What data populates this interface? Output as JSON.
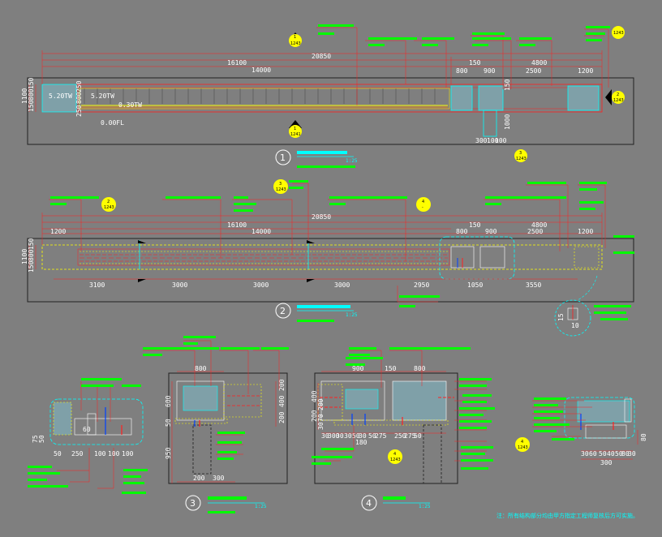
{
  "colors": {
    "background": "#7f7f7f",
    "outline": "#202020",
    "dimension": "#ff2020",
    "annotation": "#00ff00",
    "title": "#00ffff",
    "text": "#ffffff",
    "highlight": "#ffff00"
  },
  "plan1": {
    "dims_top": [
      "20850",
      "16100",
      "14000",
      "150",
      "4800",
      "800",
      "900",
      "2500",
      "1200"
    ],
    "dims_left": [
      "1100",
      "150",
      "800",
      "150",
      "250",
      "800",
      "250"
    ],
    "dims_right": [
      "150",
      "1000"
    ],
    "dims_bottom": [
      "300",
      "100",
      "100"
    ],
    "levels": [
      "5.20TW",
      "5.20TW",
      "0.30TW",
      "0.00FL"
    ],
    "section_refs": [
      {
        "n": "1",
        "s": "1243"
      },
      {
        "n": "1",
        "s": "1241"
      },
      {
        "n": "2",
        "s": "1243"
      },
      {
        "n": "3",
        "s": "1243"
      }
    ],
    "title_no": "1",
    "scale": "1:25"
  },
  "plan2": {
    "dims_top": [
      "20850",
      "16100",
      "14000",
      "150",
      "4800",
      "1200",
      "800",
      "900",
      "2500",
      "1200"
    ],
    "dims_left": [
      "1100",
      "150",
      "800",
      "150"
    ],
    "dims_bottom": [
      "3100",
      "3000",
      "3000",
      "3000",
      "2950",
      "1050",
      "3550"
    ],
    "detail_dims": [
      "15",
      "10"
    ],
    "section_refs": [
      {
        "n": "2",
        "s": "1243"
      },
      {
        "n": "3",
        "s": "1243"
      },
      {
        "n": "4",
        "s": "-"
      }
    ],
    "title_no": "2",
    "scale": "1:25"
  },
  "detail3": {
    "dims_top": [
      "800"
    ],
    "dims_left": [
      "600",
      "50",
      "950"
    ],
    "dims_right": [
      "200",
      "400",
      "200"
    ],
    "dims_bottom": [
      "200",
      "300"
    ],
    "left_dims": [
      "60",
      "250",
      "100",
      "100",
      "100",
      "50"
    ],
    "left_side": [
      "75",
      "50"
    ],
    "title_no": "3",
    "scale": "1:25"
  },
  "detail4": {
    "dims_top": [
      "900",
      "150",
      "800"
    ],
    "dims_left": [
      "400",
      "200",
      "30",
      "70",
      "200"
    ],
    "dims_bottom": [
      "30",
      "300",
      "30",
      "30",
      "50",
      "30",
      "50",
      "275",
      "250",
      "275",
      "50"
    ],
    "dims_bottom2": [
      "180"
    ],
    "section_ref": {
      "n": "4",
      "s": "1243"
    },
    "title_no": "4",
    "scale": "1:25"
  },
  "detail5": {
    "dims_bottom": [
      "30",
      "60",
      "50",
      "40",
      "50",
      "80",
      "30",
      "300"
    ],
    "dims_right": [
      "80"
    ],
    "section_ref": {
      "n": "4",
      "s": "1243"
    }
  },
  "footnote": "注：所有结构部分均由甲方指定工程师复核后方可实施。"
}
